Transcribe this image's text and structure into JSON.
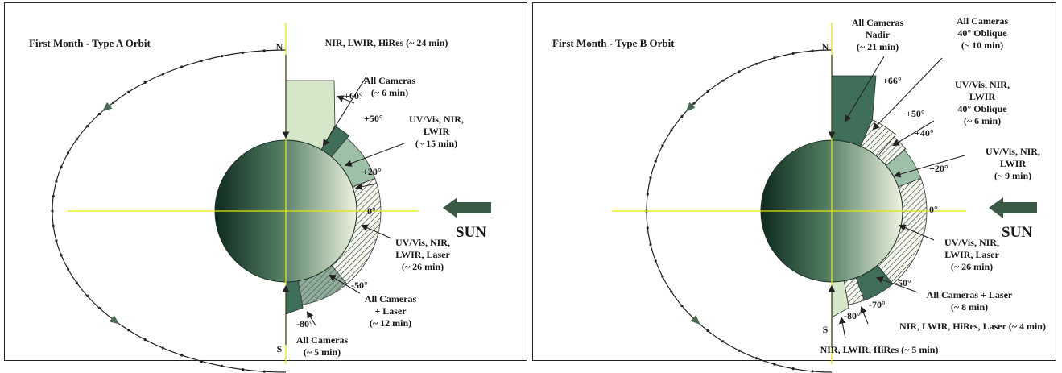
{
  "colors": {
    "planet_dark": "#0f2a1f",
    "planet_light": "#eef3e0",
    "zone_dark": "#3f6f58",
    "zone_mid": "#9fc0a8",
    "zone_light": "#d6e6c8",
    "axis": "#e6e600",
    "sun_arrow": "#3b5a46"
  },
  "panels": [
    {
      "title": "First Month - Type A Orbit",
      "north": "N",
      "south": "S",
      "sun": "SUN",
      "latitudes": [
        {
          "text": "+60°"
        },
        {
          "text": "+50°"
        },
        {
          "text": "+20°"
        },
        {
          "text": "0°"
        },
        {
          "text": "-50°"
        },
        {
          "text": "-80°"
        }
      ],
      "labels": [
        {
          "lines": [
            "NIR, LWIR, HiRes (~ 24 min)"
          ]
        },
        {
          "lines": [
            "All Cameras",
            "(~ 6 min)"
          ]
        },
        {
          "lines": [
            "UV/Vis, NIR,",
            "LWIR",
            "(~ 15 min)"
          ]
        },
        {
          "lines": [
            "UV/Vis, NIR,",
            "LWIR, Laser",
            "(~ 26 min)"
          ]
        },
        {
          "lines": [
            "All Cameras",
            "+ Laser",
            "(~ 12 min)"
          ]
        },
        {
          "lines": [
            "All Cameras",
            "(~ 5 min)"
          ]
        }
      ]
    },
    {
      "title": "First Month - Type B Orbit",
      "north": "N",
      "south": "S",
      "sun": "SUN",
      "latitudes": [
        {
          "text": "+66°"
        },
        {
          "text": "+50°"
        },
        {
          "text": "+40°"
        },
        {
          "text": "+20°"
        },
        {
          "text": "0°"
        },
        {
          "text": "-50°"
        },
        {
          "text": "-70°"
        },
        {
          "text": "-80°"
        }
      ],
      "labels": [
        {
          "lines": [
            "All Cameras",
            "Nadir",
            "(~ 21 min)"
          ]
        },
        {
          "lines": [
            "All Cameras",
            "40° Oblique",
            "(~ 10 min)"
          ]
        },
        {
          "lines": [
            "UV/Vis, NIR,",
            "LWIR",
            "40° Oblique",
            "(~ 6 min)"
          ]
        },
        {
          "lines": [
            "UV/Vis, NIR,",
            "LWIR",
            "(~ 9 min)"
          ]
        },
        {
          "lines": [
            "UV/Vis, NIR,",
            "LWIR, Laser",
            "(~ 26 min)"
          ]
        },
        {
          "lines": [
            "All Cameras + Laser",
            "(~ 8 min)"
          ]
        },
        {
          "lines": [
            "NIR, LWIR, HiRes, Laser (~ 4 min)"
          ]
        },
        {
          "lines": [
            "NIR, LWIR, HiRes (~ 5 min)"
          ]
        }
      ]
    }
  ]
}
